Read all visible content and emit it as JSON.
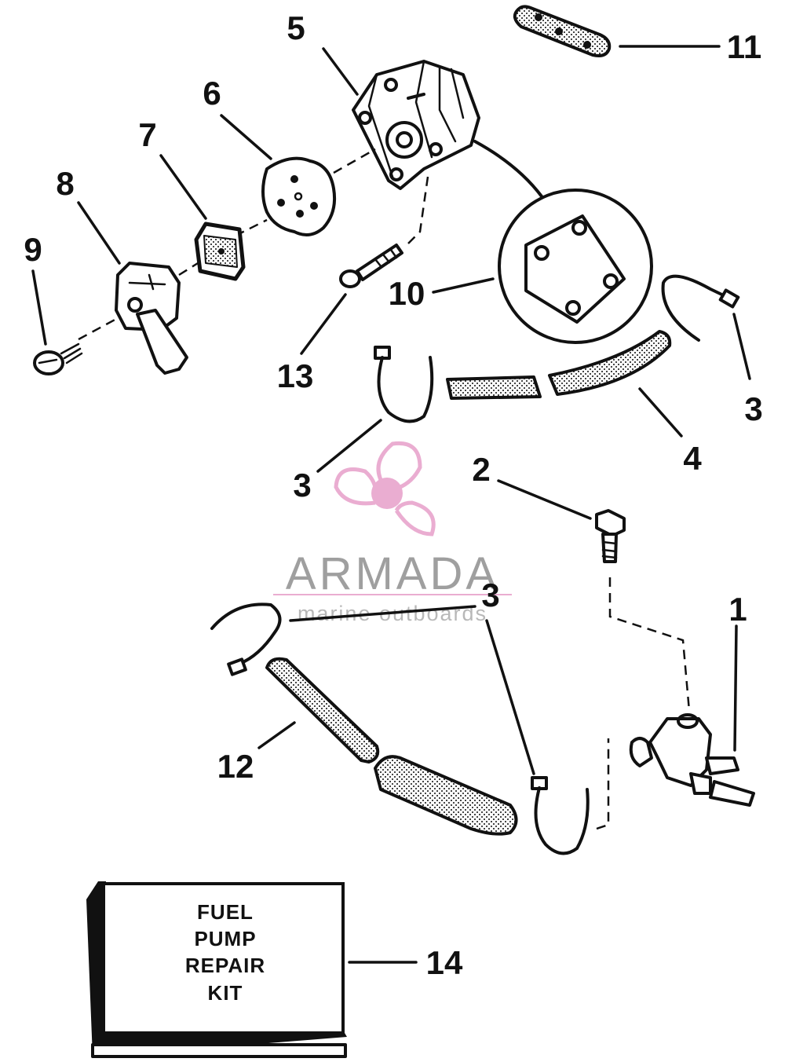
{
  "callouts": {
    "c1": "1",
    "c2": "2",
    "c3a": "3",
    "c3b": "3",
    "c3c": "3",
    "c4": "4",
    "c5": "5",
    "c6": "6",
    "c7": "7",
    "c8": "8",
    "c9": "9",
    "c10": "10",
    "c11": "11",
    "c12": "12",
    "c13": "13",
    "c14": "14"
  },
  "kit_label": {
    "line1": "FUEL",
    "line2": "PUMP",
    "line3": "REPAIR",
    "line4": "KIT"
  },
  "watermark": {
    "brand": "ARMADA",
    "tagline": "marine outboards",
    "color": "#e9a9cf"
  }
}
